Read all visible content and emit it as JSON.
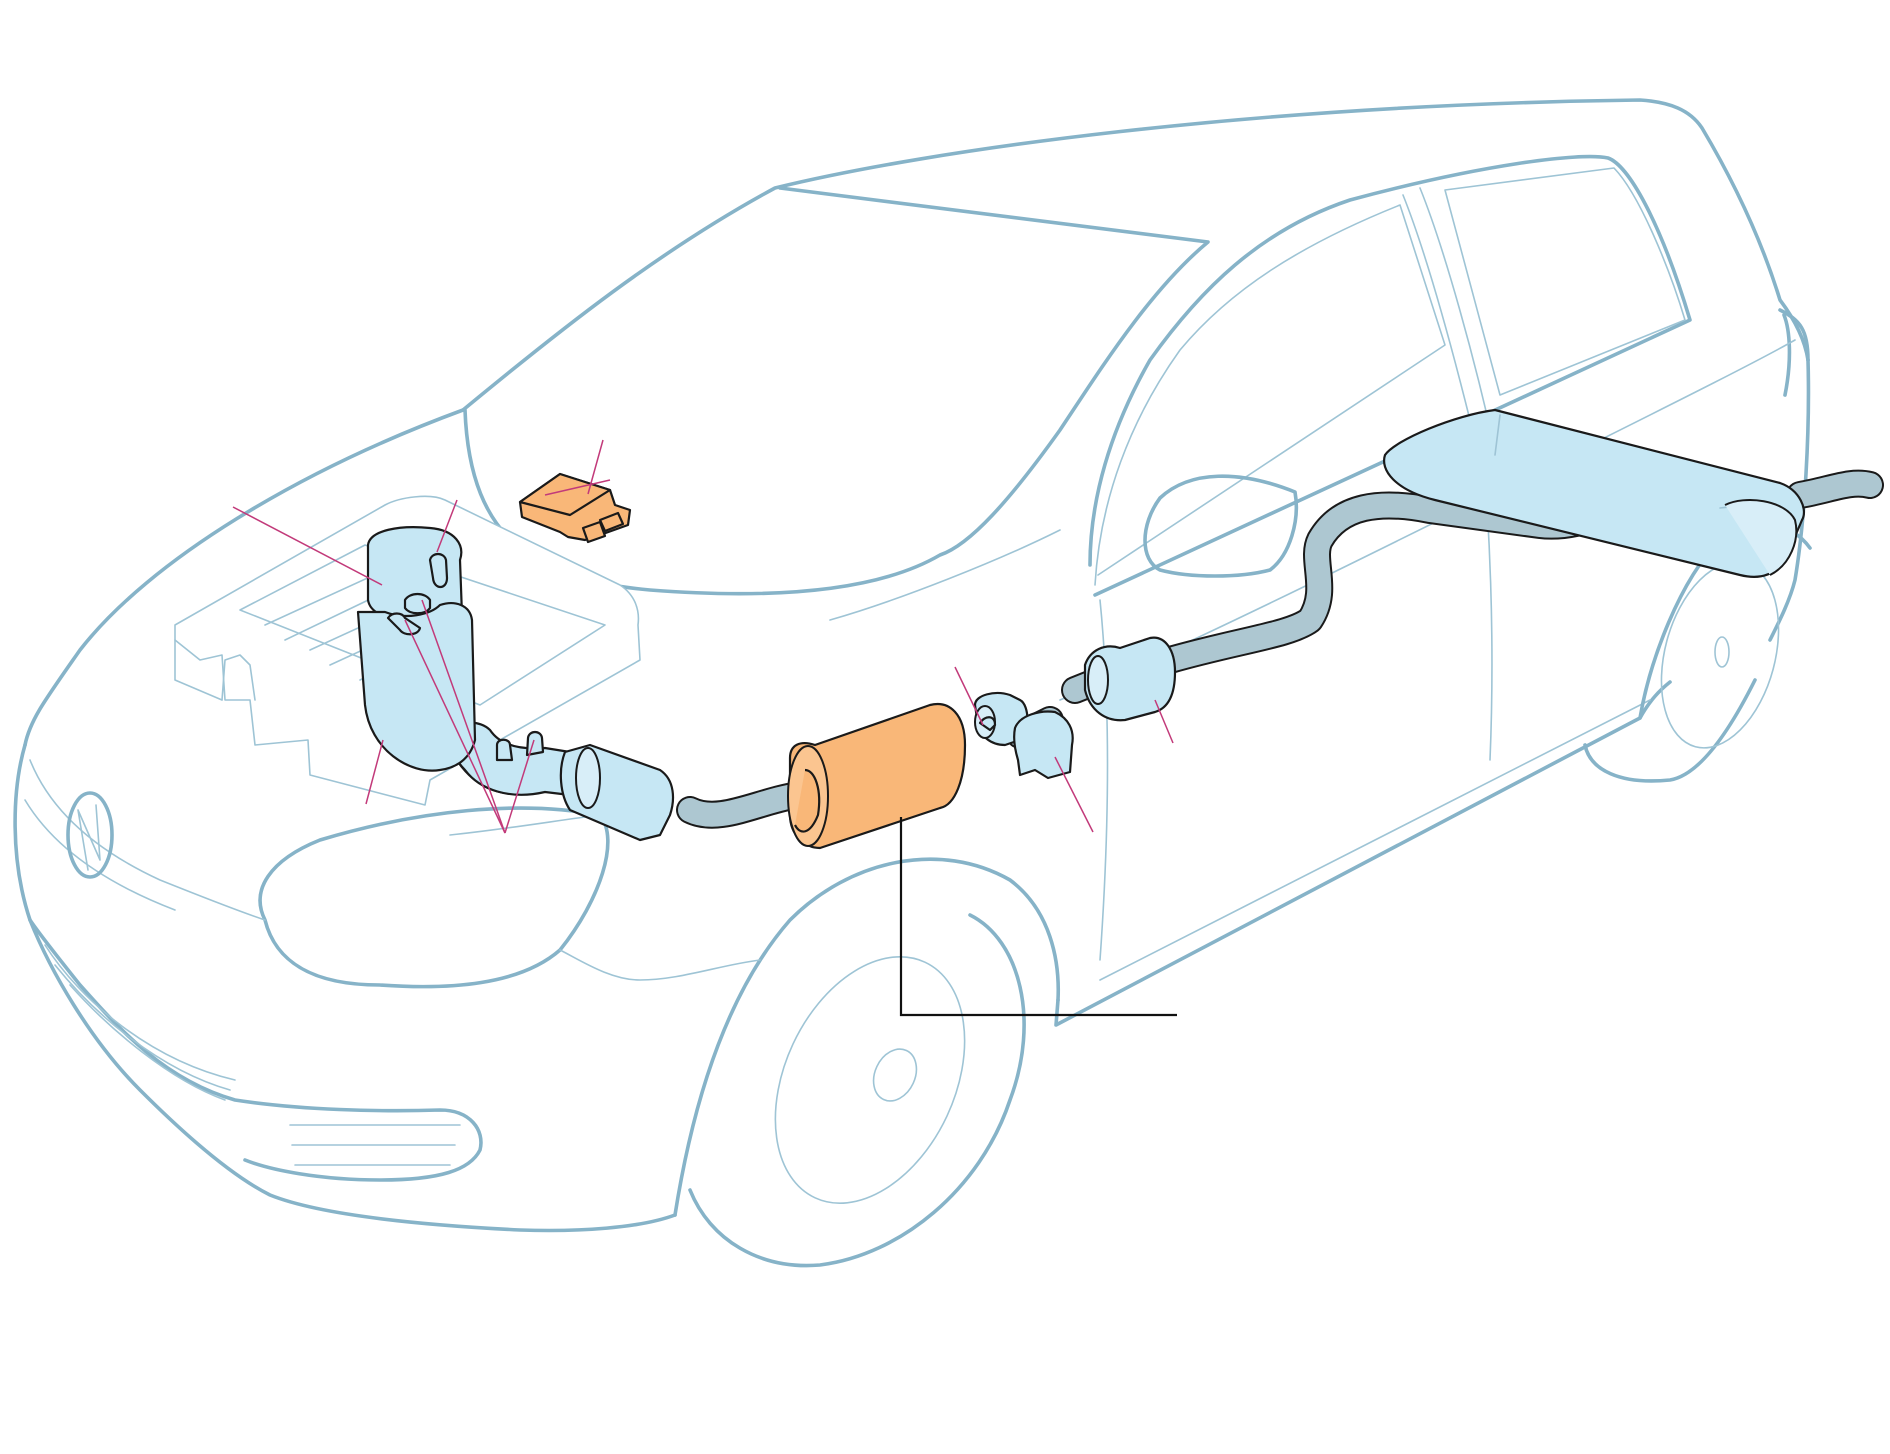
{
  "diagram": {
    "kind": "vehicle exhaust system cutaway illustration",
    "colors": {
      "body_outline": "#86b3c8",
      "component_fill": "#c6e7f4",
      "highlight_fill": "#f9b778",
      "pipe_fill": "#adc7d1",
      "leader_line": "#c23a7a",
      "callout_line": "#111111"
    },
    "highlighted_components": [
      "control-unit",
      "catalytic-converter"
    ],
    "labels": []
  }
}
